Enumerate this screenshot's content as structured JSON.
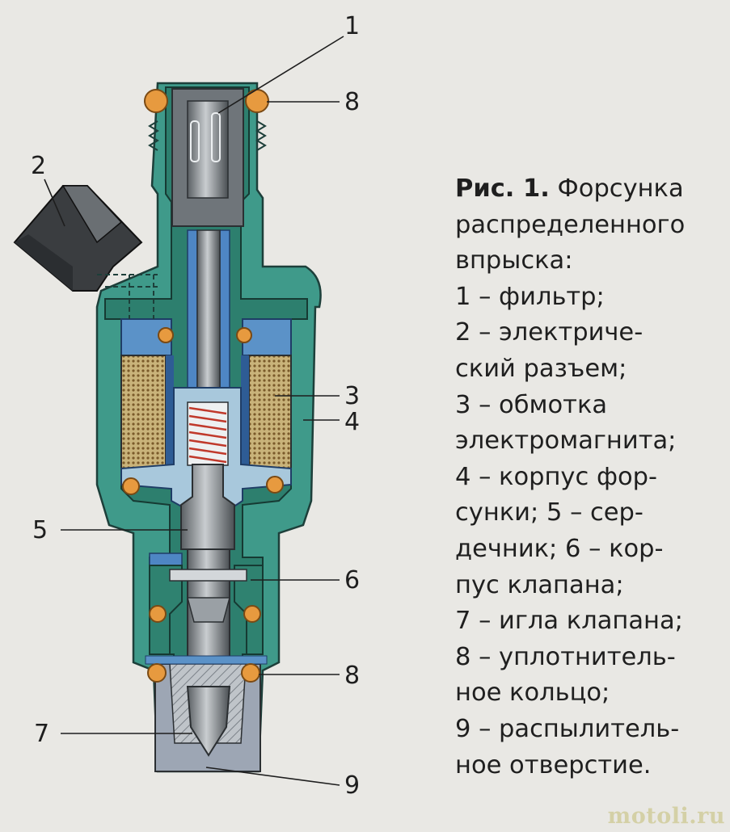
{
  "caption": {
    "fig_label": "Рис. 1.",
    "lines": [
      " Форсунка",
      "распределенного",
      "впрыска:",
      "1 – фильтр;",
      "2 – электриче-",
      "ский разъем;",
      "3 – обмотка",
      "электромагнита;",
      "4 – корпус фор-",
      "сунки; 5 – сер-",
      "дечник; 6 – кор-",
      "пус клапана;",
      "7 – игла клапана;",
      "8 – уплотнитель-",
      "ное кольцо;",
      "9 – распылитель-",
      "ное отверстие."
    ]
  },
  "callouts": {
    "filter": "1",
    "connector": "2",
    "coil": "3",
    "body": "4",
    "core": "5",
    "valve_body": "6",
    "needle": "7",
    "seal_top": "8",
    "seal_bottom": "8",
    "nozzle": "9"
  },
  "watermark": "motoli.ru",
  "colors": {
    "body": "#3f9a8a",
    "body_dark": "#1f6a5c",
    "valve_body": "#2f8270",
    "magnet": "#5b92c8",
    "magnet_dark": "#2e5c95",
    "core": "#a8c8dc",
    "seal": "#e79a3f",
    "coil": "#c8b27a",
    "spring": "#d04a4a",
    "nozzle_cap": "#9da6b4"
  }
}
